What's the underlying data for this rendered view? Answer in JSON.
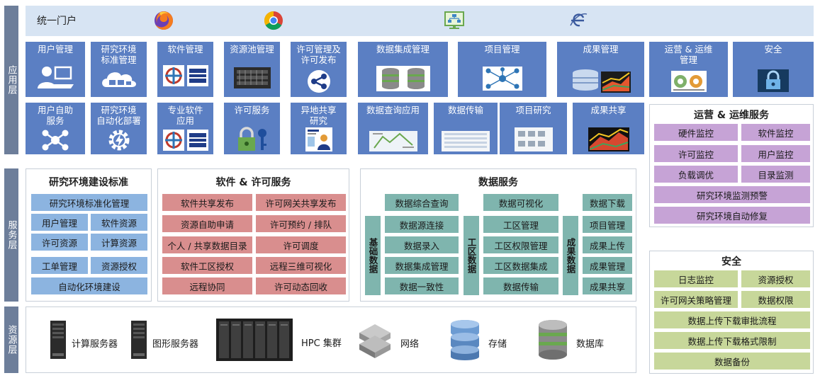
{
  "layers": {
    "application": "应用层",
    "service": "服务层",
    "resource": "资源层"
  },
  "portal": {
    "label": "统一门户",
    "icons": [
      "firefox-icon",
      "chrome-icon",
      "monitor-network-icon",
      "ie-icon"
    ]
  },
  "app_tiles_row1": [
    {
      "label": "用户管理",
      "icon": "user-computer-icon"
    },
    {
      "label": "研究环境\n标准管理",
      "icon": "cloud-computers-icon"
    },
    {
      "label": "软件管理",
      "icon": "software-logos-icon"
    },
    {
      "label": "资源池管理",
      "icon": "server-rack-icon"
    },
    {
      "label": "许可管理及\n许可发布",
      "icon": "share-circle-icon"
    },
    {
      "label": "数据集成管理",
      "icon": "database-pair-icon"
    },
    {
      "label": "项目管理",
      "icon": "network-nodes-icon"
    },
    {
      "label": "成果管理",
      "icon": "results-3d-icon"
    },
    {
      "label": "运营 & 运维\n管理",
      "icon": "dashboard-gauges-icon"
    },
    {
      "label": "安全",
      "icon": "security-lock-icon"
    }
  ],
  "app_tiles_row2": [
    {
      "label": "用户自助\n服务",
      "icon": "self-service-network-icon"
    },
    {
      "label": "研究环境\n自动化部署",
      "icon": "gear-lightning-icon"
    },
    {
      "label": "专业软件\n应用",
      "icon": "software-logos-icon"
    },
    {
      "label": "许可服务",
      "icon": "lock-key-icon"
    },
    {
      "label": "异地共享\n研究",
      "icon": "remote-share-icon"
    },
    {
      "label": "数据查询应用",
      "icon": "map-screenshot-icon"
    },
    {
      "label": "数据传输",
      "icon": "table-screenshot-icon"
    },
    {
      "label": "项目研究",
      "icon": "chart-screenshot-icon"
    },
    {
      "label": "成果共享",
      "icon": "seismic-3d-icon"
    }
  ],
  "ops_service": {
    "title": "运营 & 运维服务",
    "pairs": [
      [
        "硬件监控",
        "软件监控"
      ],
      [
        "许可监控",
        "用户监控"
      ],
      [
        "负载调优",
        "目录监测"
      ]
    ],
    "wide": [
      "研究环境监测预警",
      "研究环境自动修复"
    ]
  },
  "security_service": {
    "title": "安全",
    "pairs": [
      [
        "日志监控",
        "资源授权"
      ],
      [
        "许可网关策略管理",
        "数据权限"
      ]
    ],
    "wide": [
      "数据上传下载审批流程",
      "数据上传下载格式限制",
      "数据备份"
    ]
  },
  "env_standard": {
    "title": "研究环境建设标准",
    "top": "研究环境标准化管理",
    "pairs": [
      [
        "用户管理",
        "软件资源"
      ],
      [
        "许可资源",
        "计算资源"
      ],
      [
        "工单管理",
        "资源授权"
      ]
    ],
    "bottom": "自动化环境建设"
  },
  "software_license": {
    "title": "软件 & 许可服务",
    "rows": [
      [
        "软件共享发布",
        "许可网关共享发布"
      ],
      [
        "资源自助申请",
        "许可预约 / 排队"
      ],
      [
        "个人 / 共享数据目录",
        "许可调度"
      ],
      [
        "软件工区授权",
        "远程三维可视化"
      ],
      [
        "远程协同",
        "许可动态回收"
      ]
    ]
  },
  "data_service": {
    "title": "数据服务",
    "top_left": "数据综合查询",
    "top_mid": "数据可视化",
    "top_right": "数据下载",
    "basic_label": "基础数据",
    "basic_items": [
      "数据源连接",
      "数据录入",
      "数据集成管理",
      "数据一致性"
    ],
    "work_label": "工区数据",
    "work_items": [
      "工区管理",
      "工区权限管理",
      "工区数据集成",
      "数据传输"
    ],
    "result_label": "成果数据",
    "result_items": [
      "项目管理",
      "成果上传",
      "成果管理",
      "成果共享"
    ]
  },
  "resources": [
    {
      "label": "计算服务器",
      "icon": "tower-server-icon"
    },
    {
      "label": "图形服务器",
      "icon": "tower-server-icon"
    },
    {
      "label": "HPC 集群",
      "icon": "hpc-rack-icon"
    },
    {
      "label": "网络",
      "icon": "network-switch-icon"
    },
    {
      "label": "存储",
      "icon": "storage-disks-icon"
    },
    {
      "label": "数据库",
      "icon": "database-cylinder-icon"
    }
  ]
}
